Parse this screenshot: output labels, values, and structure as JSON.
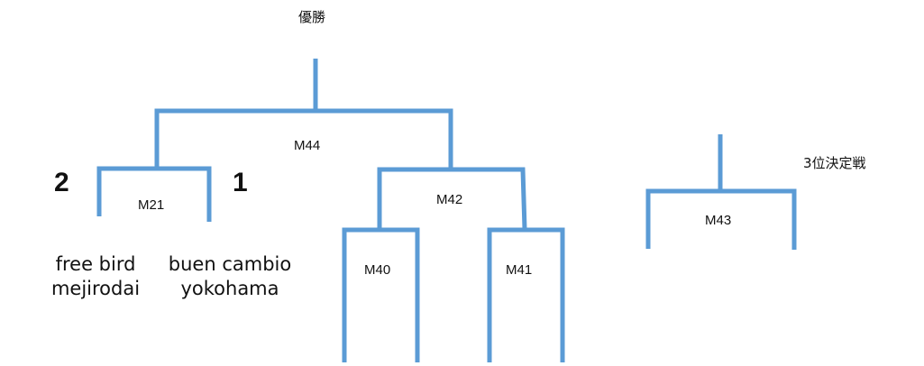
{
  "titles": {
    "final": "優勝",
    "third_place": "3位決定戦"
  },
  "matches": {
    "m44": "M44",
    "m21": "M21",
    "m42": "M42",
    "m40": "M40",
    "m41": "M41",
    "m43": "M43"
  },
  "m21_result": {
    "left_score": "2",
    "right_score": "1",
    "left_team_line1": "free bird",
    "left_team_line2": "mejirodai",
    "right_team_line1": "buen cambio",
    "right_team_line2": "yokohama"
  },
  "colors": {
    "bracket_line": "#5b9bd5",
    "text": "#111111"
  }
}
